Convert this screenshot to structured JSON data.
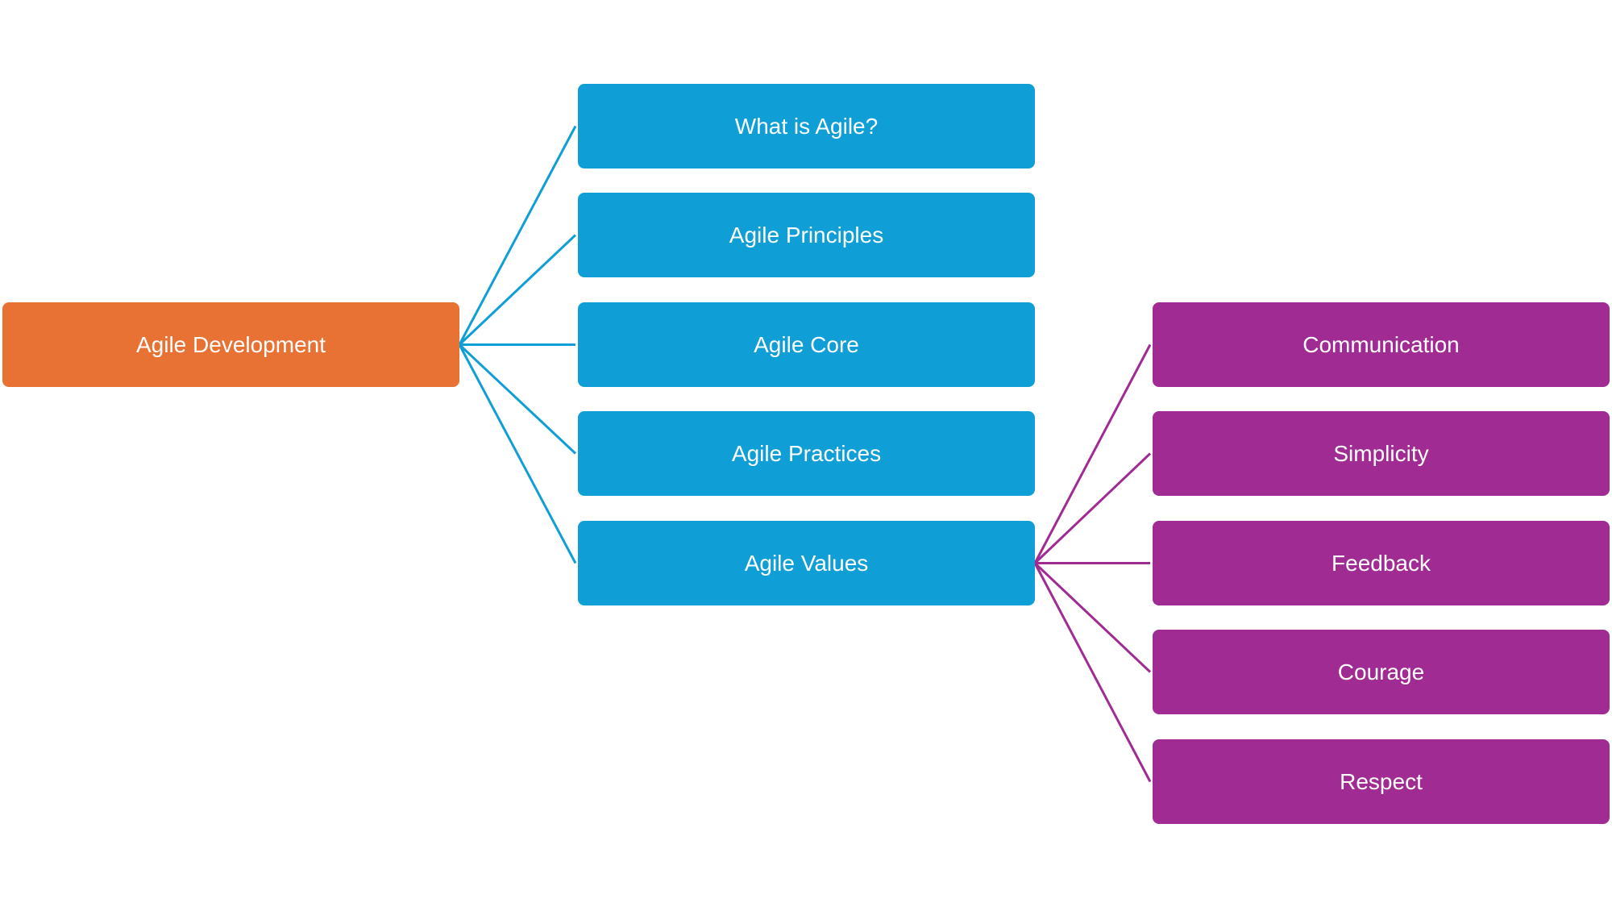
{
  "colors": {
    "root": "#E87234",
    "level1": "#0F9ED5",
    "level2": "#A02B93"
  },
  "root": {
    "label": "Agile Development"
  },
  "level1": [
    {
      "label": "What is Agile?"
    },
    {
      "label": "Agile Principles"
    },
    {
      "label": "Agile Core"
    },
    {
      "label": "Agile Practices"
    },
    {
      "label": "Agile Values"
    }
  ],
  "level2_parent": "Agile Values",
  "level2": [
    {
      "label": "Communication"
    },
    {
      "label": "Simplicity"
    },
    {
      "label": "Feedback"
    },
    {
      "label": "Courage"
    },
    {
      "label": "Respect"
    }
  ]
}
